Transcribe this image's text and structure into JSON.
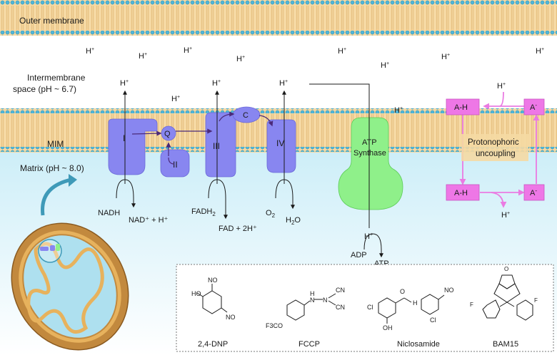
{
  "regions": {
    "outer_membrane": "Outer membrane",
    "ims_line1": "Intermembrane",
    "ims_line2": "space (pH ~ 6.7)",
    "mim": "MIM",
    "matrix": "Matrix (pH ~ 8.0)"
  },
  "protons": {
    "h": "H",
    "plus": "+"
  },
  "complexes": {
    "c1": "I",
    "c2": "II",
    "c3": "III",
    "c4": "IV",
    "q": "Q",
    "c": "C",
    "atp_synthase_1": "ATP",
    "atp_synthase_2": "Synthase"
  },
  "reactions": {
    "nadh": "NADH",
    "nad_plus_h": "NAD⁺ + H⁺",
    "fadh2_base": "FADH",
    "fadh2_sub": "2",
    "fad_2h": "FAD + 2H⁺",
    "o2_base": "O",
    "o2_sub": "2",
    "h2o_h": "H",
    "h2o_sub": "2",
    "h2o_o": "O",
    "adp": "ADP",
    "atp": "ATP"
  },
  "uncoupling": {
    "ah": "A-H",
    "a_minus": "A",
    "minus": "-",
    "label1": "Protonophoric",
    "label2": "uncoupling"
  },
  "compounds": {
    "dnp": "2,4-DNP",
    "fccp": "FCCP",
    "niclosamide": "Niclosamide",
    "bam15": "BAM15"
  },
  "colors": {
    "membrane_fill": "#f5d9a3",
    "membrane_heads": "#4fb6d8",
    "matrix": "#d8f0f7",
    "complex": "#8886f0",
    "atp_synthase": "#8ff08a",
    "uncoupler_box": "#ee77e6",
    "uncoupler_arrow": "#ea7be2",
    "electron_path": "#4b2a7a"
  }
}
